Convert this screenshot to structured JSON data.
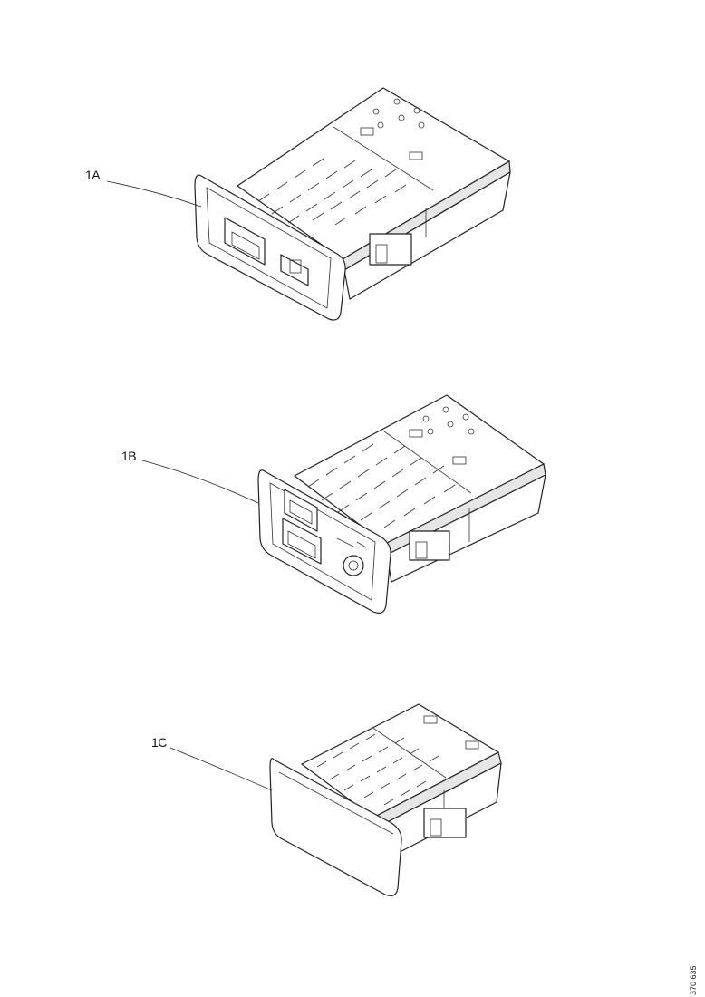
{
  "callouts": {
    "a": "1A",
    "b": "1B",
    "c": "1C"
  },
  "drawing_number": "370 635"
}
